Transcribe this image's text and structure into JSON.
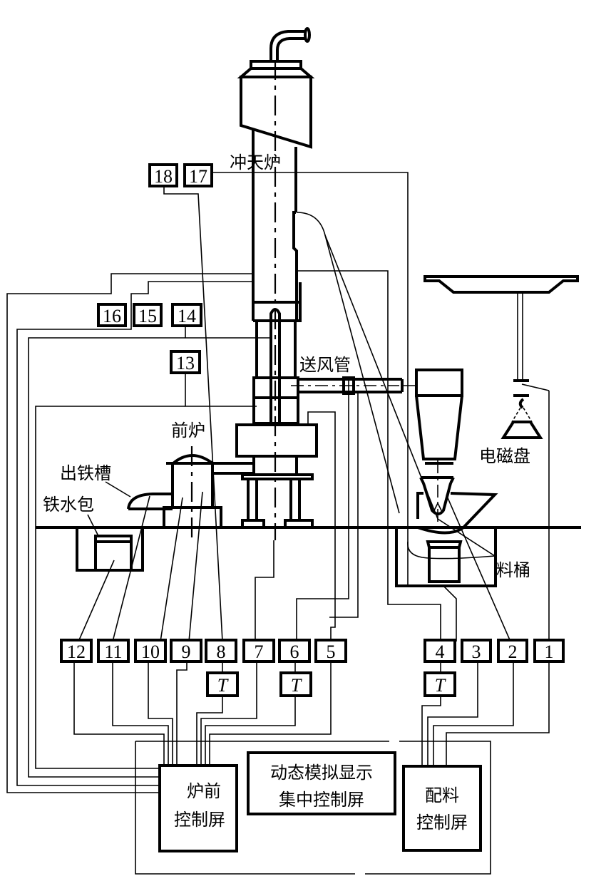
{
  "labels": {
    "cupola": "冲天炉",
    "blast_pipe": "送风管",
    "forehearth": "前炉",
    "tapping_trough": "出铁槽",
    "ladle": "铁水包",
    "electromagnetic_disc": "电磁盘",
    "charging_bucket": "料桶"
  },
  "sensors": [
    {
      "id": "1"
    },
    {
      "id": "2"
    },
    {
      "id": "3"
    },
    {
      "id": "4"
    },
    {
      "id": "5"
    },
    {
      "id": "6"
    },
    {
      "id": "7"
    },
    {
      "id": "8"
    },
    {
      "id": "9"
    },
    {
      "id": "10"
    },
    {
      "id": "11"
    },
    {
      "id": "12"
    },
    {
      "id": "13"
    },
    {
      "id": "14"
    },
    {
      "id": "15"
    },
    {
      "id": "16"
    },
    {
      "id": "17"
    },
    {
      "id": "18"
    }
  ],
  "transmitter_label": "T",
  "panels": {
    "forehearth_panel": {
      "line1": "炉前",
      "line2": "控制屏"
    },
    "central_panel": {
      "line1": "动态模拟显示",
      "line2": "集中控制屏"
    },
    "batching_panel": {
      "line1": "配料",
      "line2": "控制屏"
    }
  }
}
